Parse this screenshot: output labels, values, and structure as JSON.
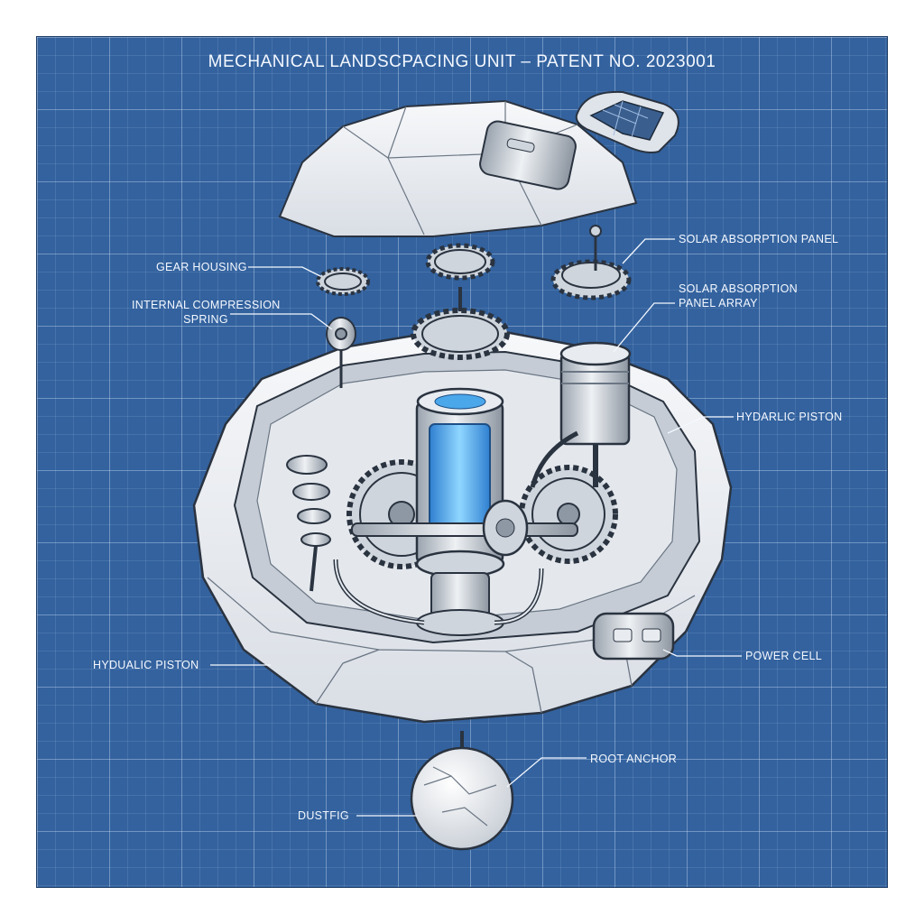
{
  "title": "MECHANICAL LANDSCPACING UNIT – PATENT NO. 2023001",
  "colors": {
    "grid_background": "#33629e",
    "grid_line": "#d2e4fa",
    "stone": "#eef1f5",
    "line_art": "#2a3340",
    "core_glow": "#59b6f2"
  },
  "labels": {
    "gear_housing": "GEAR HOUSING",
    "internal_compression_spring_1": "INTERNAL COMPRESSION",
    "internal_compression_spring_2": "SPRING",
    "solar_absorption_panel": "SOLAR ABSORPTION PANEL",
    "solar_absorption_panel_array_1": "SOLAR ABSORPTION",
    "solar_absorption_panel_array_2": "PANEL ARRAY",
    "hydarlic_piston": "HYDARLIC PISTON",
    "hydualic_piston": "HYDUALIC PISTON",
    "power_cell": "POWER CELL",
    "root_anchor": "ROOT ANCHOR",
    "dustfig": "DUSTFIG"
  }
}
